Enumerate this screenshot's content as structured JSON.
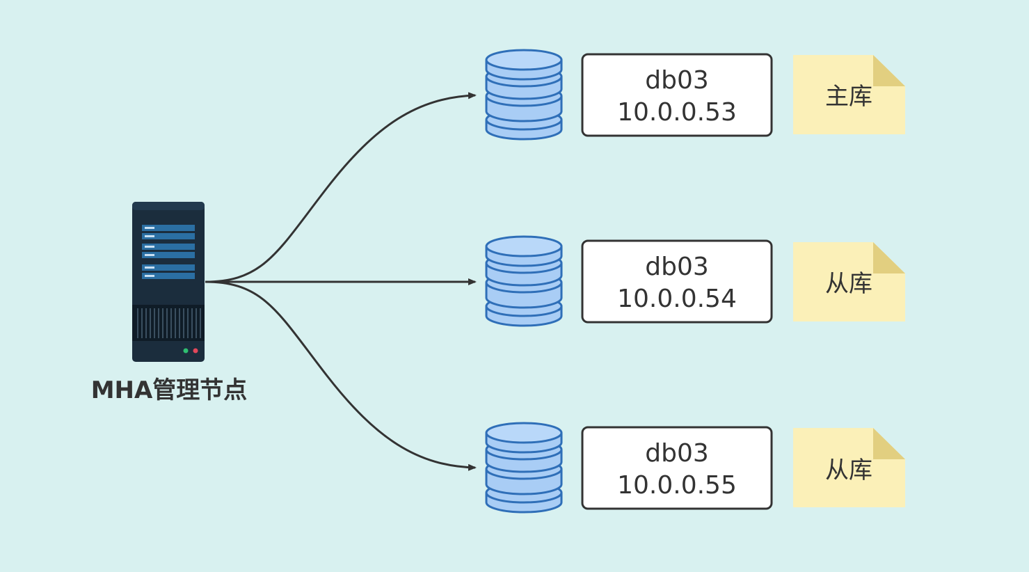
{
  "management_node": {
    "icon": "server-icon",
    "label": "MHA管理节点"
  },
  "db_nodes": [
    {
      "name": "db03",
      "ip": "10.0.0.53",
      "role": "主库",
      "icon": "database-icon"
    },
    {
      "name": "db03",
      "ip": "10.0.0.54",
      "role": "从库",
      "icon": "database-icon"
    },
    {
      "name": "db03",
      "ip": "10.0.0.55",
      "role": "从库",
      "icon": "database-icon"
    }
  ],
  "colors": {
    "background": "#d8f1f0",
    "arrow": "#333333",
    "db_fill": "#a9cdf5",
    "db_stroke": "#2f6fb8",
    "node_fill": "#ffffff",
    "node_stroke": "#333333",
    "note_fill": "#fbf0b8",
    "note_fold": "#e2cf80",
    "server_body": "#1b2d3d",
    "server_slot": "#2b6fa3"
  }
}
